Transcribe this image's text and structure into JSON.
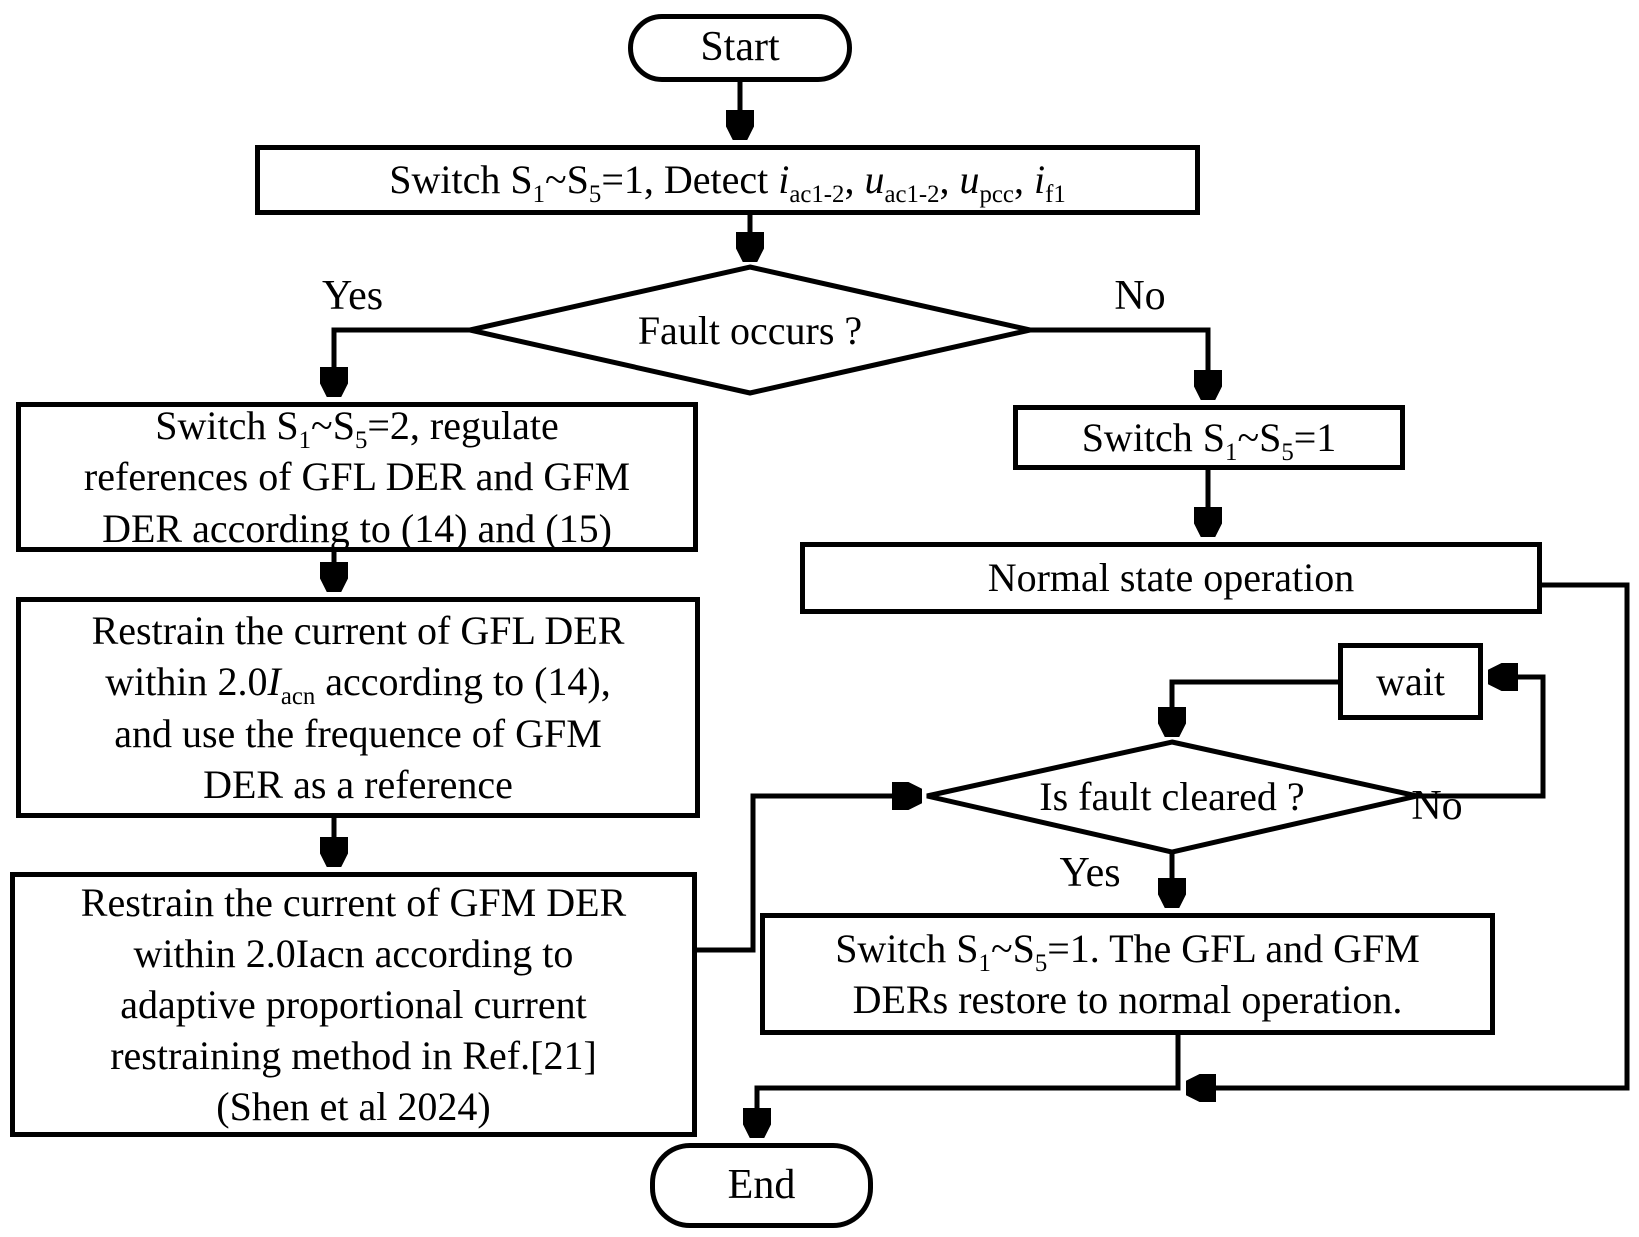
{
  "palette": {
    "line": "#000000",
    "background": "#ffffff",
    "text": "#000000"
  },
  "nodes": {
    "start": {
      "label": "Start"
    },
    "detect": {
      "lines": [
        [
          {
            "t": "Switch S"
          },
          {
            "t": "1",
            "s": "sub"
          },
          {
            "t": "~S"
          },
          {
            "t": "5",
            "s": "sub"
          },
          {
            "t": "=1, Detect "
          },
          {
            "t": "i",
            "s": "i"
          },
          {
            "t": "ac1-2",
            "s": "sub"
          },
          {
            "t": ", "
          },
          {
            "t": "u",
            "s": "i"
          },
          {
            "t": "ac1-2",
            "s": "sub"
          },
          {
            "t": ", "
          },
          {
            "t": "u",
            "s": "i"
          },
          {
            "t": "pcc",
            "s": "sub"
          },
          {
            "t": ", "
          },
          {
            "t": "i",
            "s": "i"
          },
          {
            "t": "f1",
            "s": "sub"
          }
        ]
      ]
    },
    "fault_occurs": {
      "label": "Fault occurs ?"
    },
    "regulate": {
      "lines": [
        [
          {
            "t": "Switch S"
          },
          {
            "t": "1",
            "s": "sub"
          },
          {
            "t": "~S"
          },
          {
            "t": "5",
            "s": "sub"
          },
          {
            "t": "=2, regulate"
          }
        ],
        [
          {
            "t": "references of GFL DER and GFM"
          }
        ],
        [
          {
            "t": "DER according to (14) and (15)"
          }
        ]
      ]
    },
    "restrain_gfl": {
      "lines": [
        [
          {
            "t": "Restrain the current of GFL DER"
          }
        ],
        [
          {
            "t": "within 2.0"
          },
          {
            "t": "I",
            "s": "i"
          },
          {
            "t": "acn",
            "s": "sub"
          },
          {
            "t": " according to (14),"
          }
        ],
        [
          {
            "t": "and use the frequence of GFM"
          }
        ],
        [
          {
            "t": "DER as a reference"
          }
        ]
      ]
    },
    "restrain_gfm": {
      "lines": [
        [
          {
            "t": "Restrain the current of GFM DER"
          }
        ],
        [
          {
            "t": "within 2.0Iacn according to"
          }
        ],
        [
          {
            "t": "adaptive proportional current"
          }
        ],
        [
          {
            "t": "restraining method in Ref.[21]"
          }
        ],
        [
          {
            "t": "(Shen et al 2024)"
          }
        ]
      ]
    },
    "switch_back": {
      "lines": [
        [
          {
            "t": "Switch S"
          },
          {
            "t": "1",
            "s": "sub"
          },
          {
            "t": "~S"
          },
          {
            "t": "5",
            "s": "sub"
          },
          {
            "t": "=1"
          }
        ]
      ]
    },
    "normal_op": {
      "label": "Normal state operation"
    },
    "wait": {
      "label": "wait"
    },
    "fault_cleared": {
      "label": "Is fault cleared ?"
    },
    "restore": {
      "lines": [
        [
          {
            "t": "Switch S"
          },
          {
            "t": "1",
            "s": "sub"
          },
          {
            "t": "~S"
          },
          {
            "t": "5",
            "s": "sub"
          },
          {
            "t": "=1. The GFL and GFM"
          }
        ],
        [
          {
            "t": "DERs restore to normal operation."
          }
        ]
      ]
    },
    "end": {
      "label": "End"
    }
  },
  "edge_labels": {
    "yes1": "Yes",
    "no1": "No",
    "yes2": "Yes",
    "no2": "No"
  }
}
